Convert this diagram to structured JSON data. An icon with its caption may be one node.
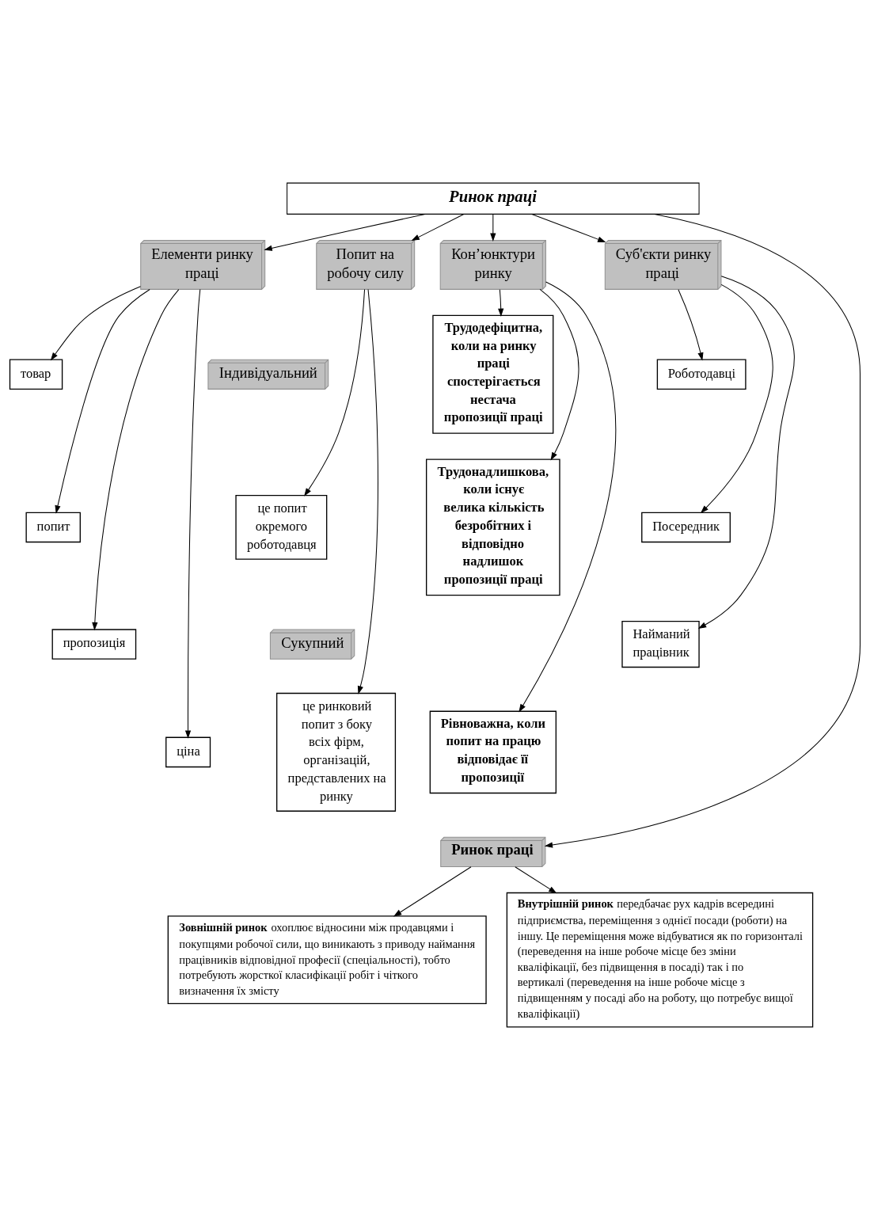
{
  "diagram": {
    "nodes": [
      {
        "text": [
          "Ринок праці"
        ]
      },
      {
        "text": [
          "Елементи ринку праці"
        ]
      },
      {
        "text": [
          "Попит на робочу силу"
        ]
      },
      {
        "text": [
          "Кон’юнктури ринку"
        ]
      },
      {
        "text": [
          "Суб'єкти ринку праці"
        ]
      },
      {
        "text": [
          "товар"
        ]
      },
      {
        "text": [
          "попит"
        ]
      },
      {
        "text": [
          "пропозиція"
        ]
      },
      {
        "text": [
          "ціна"
        ]
      },
      {
        "text": [
          "Індивідуальний"
        ]
      },
      {
        "text": [
          "це попит окремого роботодавця"
        ]
      },
      {
        "text": [
          "Сукупний"
        ]
      },
      {
        "text": [
          "це ринковий попит з боку всіх фірм, організацій, представлених на ринку"
        ]
      },
      {
        "text": [
          "**Трудодефіцитна, коли на ринку праці спостерігається нестача пропозиції праці**"
        ]
      },
      {
        "text": [
          "**Трудонадлишкова, коли існує велика кількість безробітних і відповідно надлишок пропозиції праці**"
        ]
      },
      {
        "text": [
          "**Рівноважна, коли попит на працю відповідає її пропозиції**"
        ]
      },
      {
        "text": [
          "Роботодавці"
        ]
      },
      {
        "text": [
          "Посередник"
        ]
      },
      {
        "text": [
          "Найманий працівник"
        ]
      },
      {
        "text": [
          "**Ринок праці**"
        ]
      },
      {
        "text": [
          "**Зовнішній ринок** охоплює відносини між продавцями і покупцями робочої сили, що виникають з приводу наймання працівників відповідної професії (спеціальності), тобто потребують жорсткої класифікації робіт і чіткого визначення їх змісту"
        ]
      },
      {
        "text": [
          "**Внутрішній ринок** передбачає рух кадрів всередині підприємства, переміщення з однієї посади (роботи) на іншу. Це переміщення може відбуватися як по горизонталі (переведення на інше робоче місце без зміни кваліфікації, без підвищення в посаді) так і по вертикалі (переведення на інше робоче місце з підвищенням у посаді або на роботу, що потребує вищої кваліфікації)"
        ]
      }
    ],
    "edges": [
      {
        "from": 0,
        "to": 1,
        "arrow": "to"
      },
      {
        "from": 0,
        "to": 2,
        "arrow": "to"
      },
      {
        "from": 0,
        "to": 3,
        "arrow": "to"
      },
      {
        "from": 0,
        "to": 4,
        "arrow": "to"
      },
      {
        "from": 0,
        "to": 19,
        "arrow": "to"
      },
      {
        "from": 1,
        "to": 5,
        "arrow": "to"
      },
      {
        "from": 1,
        "to": 6,
        "arrow": "to"
      },
      {
        "from": 1,
        "to": 7,
        "arrow": "to"
      },
      {
        "from": 1,
        "to": 8,
        "arrow": "to"
      },
      {
        "from": 2,
        "to": 10,
        "arrow": "to"
      },
      {
        "from": 2,
        "to": 12,
        "arrow": "to"
      },
      {
        "from": 3,
        "to": 13,
        "arrow": "to"
      },
      {
        "from": 3,
        "to": 14,
        "arrow": "to"
      },
      {
        "from": 3,
        "to": 15,
        "arrow": "to"
      },
      {
        "from": 4,
        "to": 16,
        "arrow": "to"
      },
      {
        "from": 4,
        "to": 17,
        "arrow": "to"
      },
      {
        "from": 4,
        "to": 18,
        "arrow": "to"
      },
      {
        "from": 19,
        "to": 20,
        "arrow": "to"
      },
      {
        "from": 19,
        "to": 21,
        "arrow": "to"
      }
    ]
  }
}
